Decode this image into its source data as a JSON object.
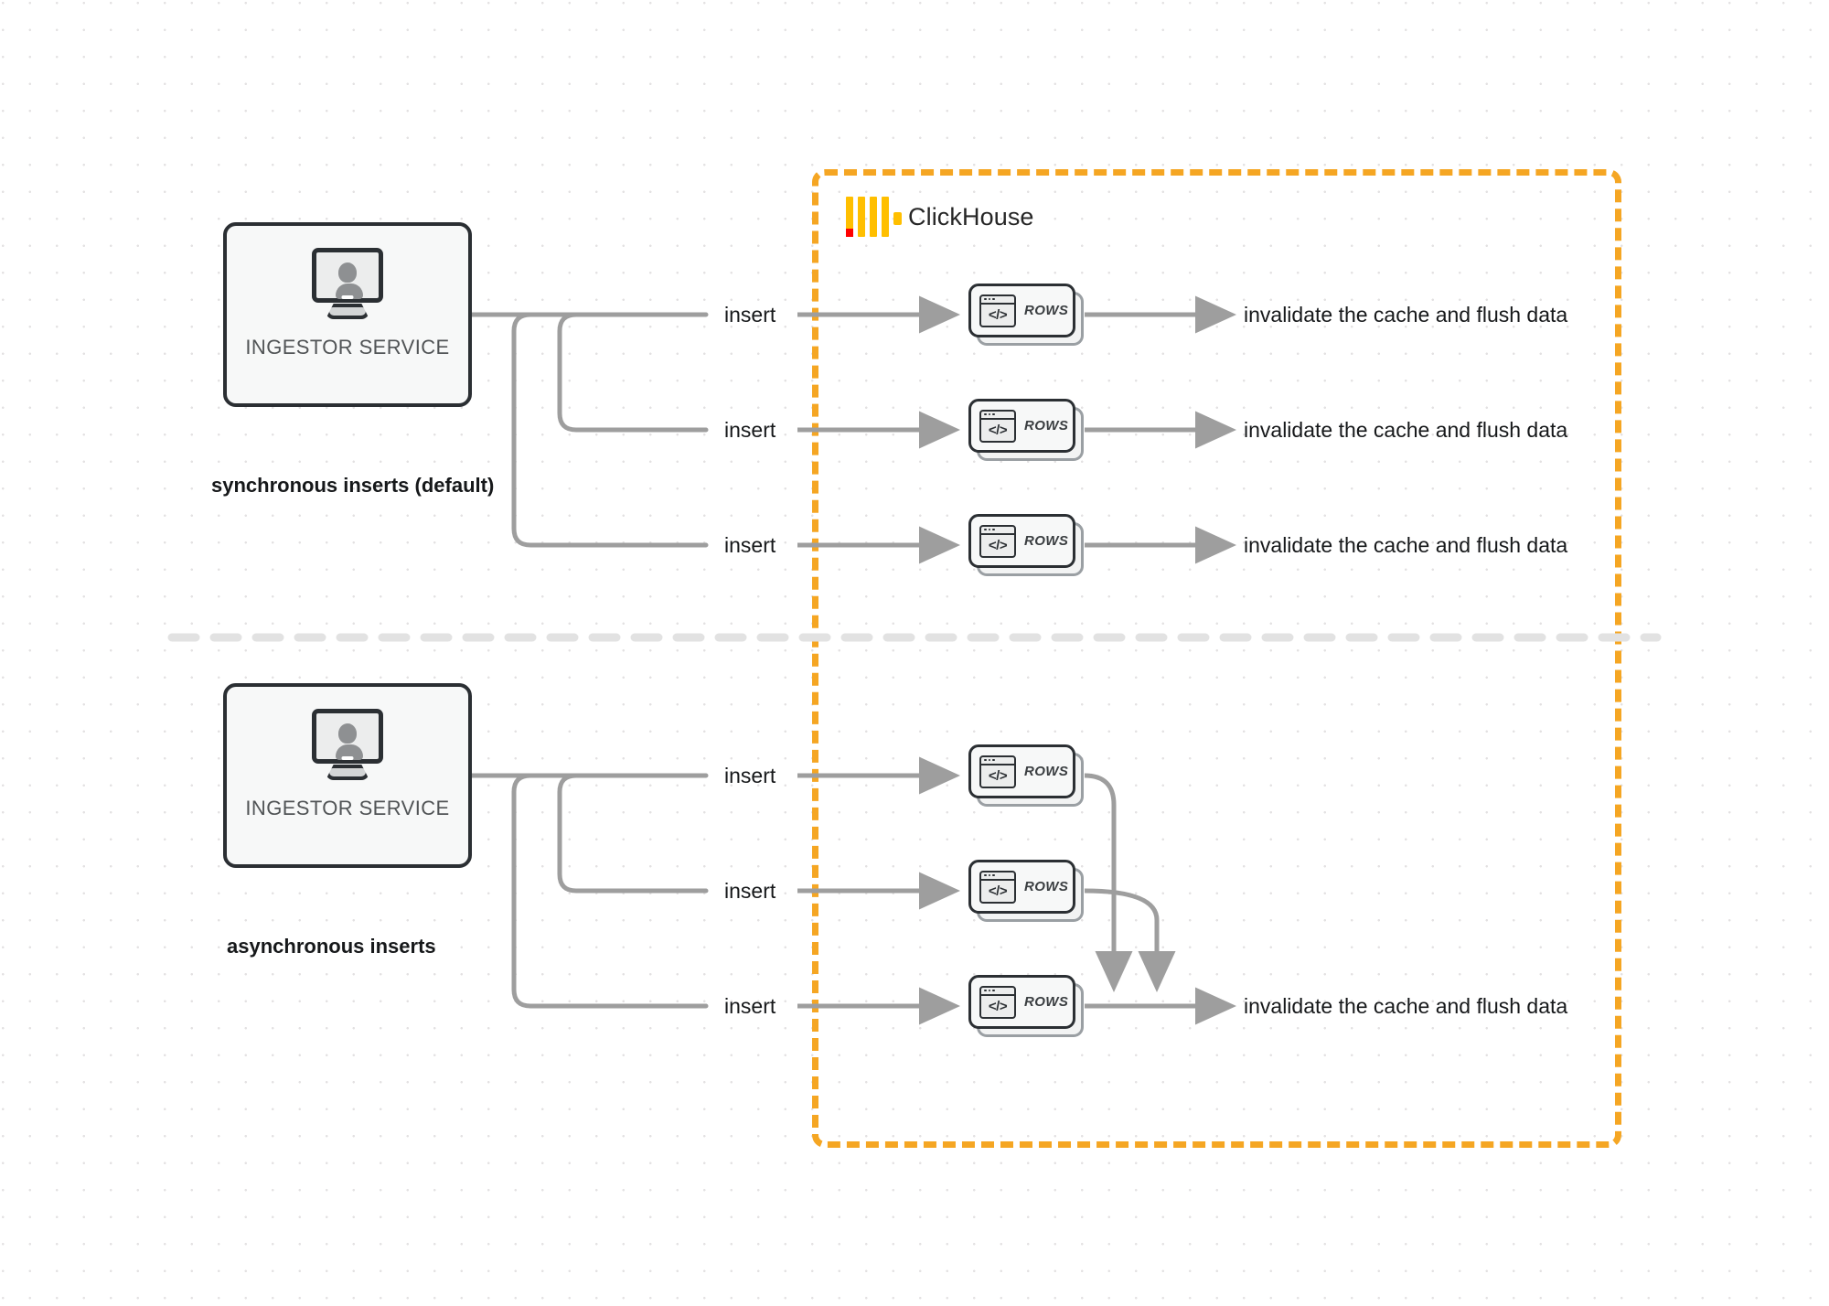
{
  "diagram": {
    "title": "ClickHouse synchronous vs asynchronous inserts",
    "background": "dotted-grid"
  },
  "colors": {
    "boundary_orange": "#F5A623",
    "logo_yellow": "#FFBF00",
    "logo_red": "#FF0000",
    "edge_gray": "#9e9e9e",
    "node_border": "#2b2f33",
    "node_fill": "#f7f8f8",
    "divider_gray": "#e1e1e1"
  },
  "clickhouse": {
    "label": "ClickHouse",
    "logo_icon": "clickhouse-logo-icon",
    "bars": 4
  },
  "sections": [
    {
      "id": "synchronous",
      "caption": "synchronous inserts (default)",
      "source": {
        "label": "INGESTOR SERVICE",
        "icon": "monitor-user-icon"
      },
      "flows": [
        {
          "edge_label": "insert",
          "rows_label": "ROWS",
          "rows_icon": "code-window-icon",
          "outcome": "invalidate the cache and flush data"
        },
        {
          "edge_label": "insert",
          "rows_label": "ROWS",
          "rows_icon": "code-window-icon",
          "outcome": "invalidate the cache and flush data"
        },
        {
          "edge_label": "insert",
          "rows_label": "ROWS",
          "rows_icon": "code-window-icon",
          "outcome": "invalidate the cache and flush data"
        }
      ]
    },
    {
      "id": "asynchronous",
      "caption": "asynchronous inserts",
      "source": {
        "label": "INGESTOR SERVICE",
        "icon": "monitor-user-icon"
      },
      "flows": [
        {
          "edge_label": "insert",
          "rows_label": "ROWS",
          "rows_icon": "code-window-icon"
        },
        {
          "edge_label": "insert",
          "rows_label": "ROWS",
          "rows_icon": "code-window-icon"
        },
        {
          "edge_label": "insert",
          "rows_label": "ROWS",
          "rows_icon": "code-window-icon"
        }
      ],
      "merged_outcome": "invalidate the cache and flush data"
    }
  ],
  "icons": {
    "code_glyph": "</>",
    "window_dots": 3
  }
}
